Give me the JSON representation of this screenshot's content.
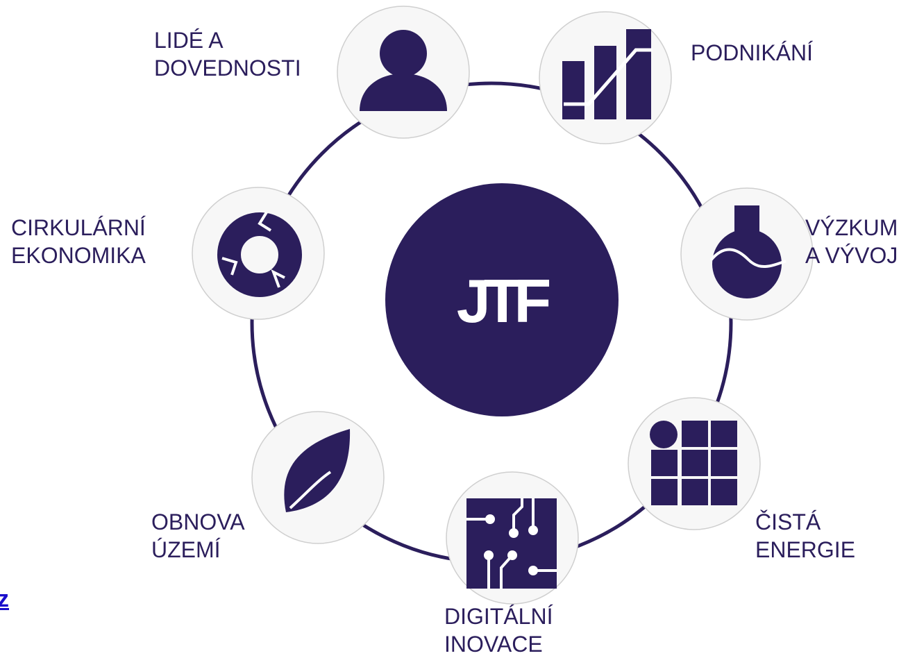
{
  "hub": {
    "label": "JTF"
  },
  "colors": {
    "primary": "#2b1e5c",
    "node_fill": "#f7f7f7",
    "node_border": "#cfcfcf",
    "link": "#1a0dcc"
  },
  "nodes": [
    {
      "id": "people",
      "icon": "person-icon",
      "lines": [
        "LIDÉ A",
        "DOVEDNOSTI"
      ]
    },
    {
      "id": "business",
      "icon": "growth-chart-icon",
      "lines": [
        "PODNIKÁNÍ"
      ]
    },
    {
      "id": "research",
      "icon": "flask-icon",
      "lines": [
        "VÝZKUM",
        "A VÝVOJ"
      ]
    },
    {
      "id": "energy",
      "icon": "solar-panel-icon",
      "lines": [
        "ČISTÁ",
        "ENERGIE"
      ]
    },
    {
      "id": "digital",
      "icon": "circuit-board-icon",
      "lines": [
        "DIGITÁLNÍ",
        "INOVACE"
      ]
    },
    {
      "id": "land",
      "icon": "leaf-icon",
      "lines": [
        "OBNOVA",
        "ÚZEMÍ"
      ]
    },
    {
      "id": "circular",
      "icon": "recycle-cycle-icon",
      "lines": [
        "CIRKULÁRNÍ",
        "EKONOMIKA"
      ]
    }
  ],
  "link_fragment": "z"
}
